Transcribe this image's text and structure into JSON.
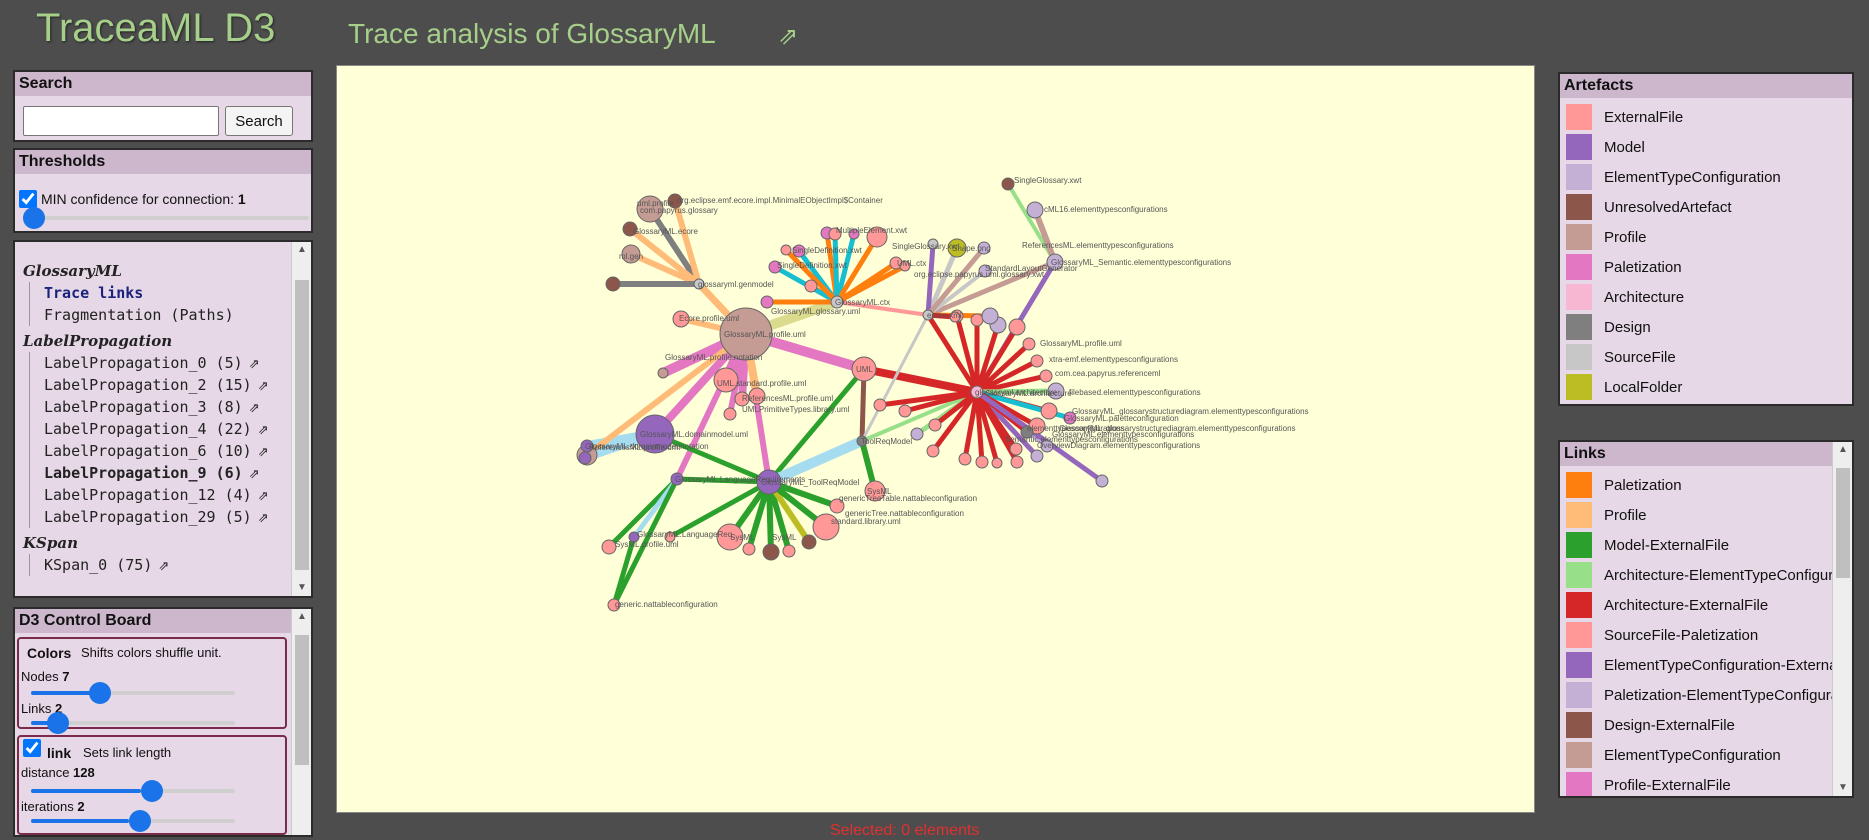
{
  "header": {
    "app_title": "TraceaML D3",
    "subtitle": "Trace analysis of GlossaryML",
    "subtitle_link_icon": "external-link-icon"
  },
  "search": {
    "title": "Search",
    "placeholder": "",
    "value": "",
    "button_label": "Search"
  },
  "thresholds": {
    "title": "Thresholds",
    "checkbox_checked": true,
    "label": "MIN confidence for connection:",
    "value": "1"
  },
  "tree": {
    "groups": [
      {
        "name": "GlossaryML",
        "items": [
          {
            "label": "Trace links",
            "ext": "",
            "active": true
          },
          {
            "label": "Fragmentation (Paths)",
            "ext": "",
            "active": false
          }
        ]
      },
      {
        "name": "LabelPropagation",
        "items": [
          {
            "label": "LabelPropagation_0 (5)",
            "ext": "⇗"
          },
          {
            "label": "LabelPropagation_2 (15)",
            "ext": "⇗"
          },
          {
            "label": "LabelPropagation_3 (8)",
            "ext": "⇗"
          },
          {
            "label": "LabelPropagation_4 (22)",
            "ext": "⇗"
          },
          {
            "label": "LabelPropagation_6 (10)",
            "ext": "⇗"
          },
          {
            "label": "LabelPropagation_9 (6)",
            "ext": "⇗",
            "bold": true
          },
          {
            "label": "LabelPropagation_12 (4)",
            "ext": "⇗"
          },
          {
            "label": "LabelPropagation_29 (5)",
            "ext": "⇗"
          }
        ]
      },
      {
        "name": "KSpan",
        "items": [
          {
            "label": "KSpan_0 (75)",
            "ext": "⇗"
          }
        ]
      }
    ]
  },
  "control_board": {
    "title": "D3 Control Board",
    "colors": {
      "title": "Colors",
      "description": "Shifts colors shuffle unit.",
      "nodes_label": "Nodes",
      "nodes_value": "7",
      "links_label": "Links",
      "links_value": "2"
    },
    "link": {
      "title": "link",
      "description": "Sets link length",
      "checked": true,
      "distance_label": "distance",
      "distance_value": "128",
      "iterations_label": "iterations",
      "iterations_value": "2"
    }
  },
  "artefacts": {
    "title": "Artefacts",
    "items": [
      {
        "label": "ExternalFile",
        "color": "#ff9896"
      },
      {
        "label": "Model",
        "color": "#9467bd"
      },
      {
        "label": "ElementTypeConfiguration",
        "color": "#c5b0d5"
      },
      {
        "label": "UnresolvedArtefact",
        "color": "#8c564b"
      },
      {
        "label": "Profile",
        "color": "#c49c94"
      },
      {
        "label": "Paletization",
        "color": "#e377c2"
      },
      {
        "label": "Architecture",
        "color": "#f7b6d2"
      },
      {
        "label": "Design",
        "color": "#7f7f7f"
      },
      {
        "label": "SourceFile",
        "color": "#c7c7c7"
      },
      {
        "label": "LocalFolder",
        "color": "#bcbd22"
      }
    ]
  },
  "links": {
    "title": "Links",
    "items": [
      {
        "label": "Paletization",
        "color": "#ff7f0e"
      },
      {
        "label": "Profile",
        "color": "#ffbb78"
      },
      {
        "label": "Model-ExternalFile",
        "color": "#2ca02c"
      },
      {
        "label": "Architecture-ElementTypeConfigur",
        "color": "#98df8a"
      },
      {
        "label": "Architecture-ExternalFile",
        "color": "#d62728"
      },
      {
        "label": "SourceFile-Paletization",
        "color": "#ff9896"
      },
      {
        "label": "ElementTypeConfiguration-Externa",
        "color": "#9467bd"
      },
      {
        "label": "Paletization-ElementTypeConfigura",
        "color": "#c5b0d5"
      },
      {
        "label": "Design-ExternalFile",
        "color": "#8c564b"
      },
      {
        "label": "ElementTypeConfiguration",
        "color": "#c49c94"
      },
      {
        "label": "Profile-ExternalFile",
        "color": "#e377c2"
      }
    ]
  },
  "graph": {
    "nodes": [
      {
        "id": "profile",
        "label": "GlossaryML.profile.uml",
        "color": "#c49c94"
      },
      {
        "id": "ctx",
        "label": "GlossaryML.ctx",
        "color": "#c7c7c7"
      },
      {
        "id": "arch",
        "label": "glossaryml.architecture",
        "color": "#f7b6d2"
      },
      {
        "id": "dom",
        "label": "GlossaryML.domainmodel.uml",
        "color": "#9467bd"
      },
      {
        "id": "treq",
        "label": "GlossaryML_ToolReqModel",
        "color": "#9467bd"
      },
      {
        "id": "sem",
        "label": "GlossaryML_Semantic.elementtypesconfigurations",
        "color": "#c5b0d5"
      },
      {
        "id": "gmodel",
        "label": "glossaryml.genmodel",
        "color": "#c7c7c7"
      },
      {
        "id": "genm",
        "label": "GlossaryML.domainmodel.notation",
        "color": "#9467bd"
      },
      {
        "id": "lreq",
        "label": "GlossaryML.LanguageRequirements",
        "color": "#9467bd"
      },
      {
        "id": "uml",
        "label": "UML",
        "color": "#ff9896"
      },
      {
        "id": "tool",
        "label": "ToolReqModel",
        "color": "#7f7f7f"
      },
      {
        "id": "lf",
        "label": "Shape.png",
        "color": "#bcbd22"
      },
      {
        "id": "xml",
        "label": "ecore.xml",
        "color": "#c7c7c7"
      }
    ],
    "extra_labels": [
      "org.eclipse.emf.ecore.impl.MinimalEObjectImpl$Container",
      "uml.profile",
      "com.papyrus.glossary",
      "GlossaryML.ecore",
      "ml.gen",
      "Ecore.profile.uml",
      "GlossaryML.profile.notation",
      "ReferencesML.profile.uml",
      "UML.standard.profile.uml",
      "ReferencesML.profile.uml",
      "UMLPrimitiveTypes.library.uml",
      "SysML.profile.uml",
      "generic.nattableconfiguration",
      "GlossaryML.LanguageReq",
      "SysML",
      "SysML",
      "genericTreeTable.nattableconfiguration",
      "genericTree.nattableconfiguration",
      "standard.library.uml",
      "SysML",
      "GlossaryML.glossary.uml",
      "SingleDefinition.xwt",
      "SingleDefinition.xwt",
      "MultipleElement.xwt",
      "UML.ctx",
      "SingleGlossary.xwt",
      "org.eclipse.papyrus.uml.glossary.xwt",
      "SingleGlossary.xwt",
      "cML16.elementtypesconfigurations",
      "ReferencesML.elementtypesconfigurations",
      "StandardLayoutGenerator",
      "GlossaryML.profile.uml",
      "xtra-emf.elementtypesconfigurations",
      "com.cea.papyrus.referenceml",
      "filebased.elementtypesconfigurations",
      "GlossaryML_glossarystructurediagram.elementtypesconfigurations",
      "GlossaryML.paletteconfiguration",
      "GlossaryML_glossarystructurediagram.elementtypesconfigurations",
      "GlossaryML.elementtypesconfigurations",
      "elementtypesconfigurations",
      "OverviewDiagram.elementtypesconfigurations",
      "Semantic.elementtypesconfigurations",
      "GlossaryML.architecture"
    ]
  },
  "status": {
    "text": "Selected: 0 elements"
  }
}
